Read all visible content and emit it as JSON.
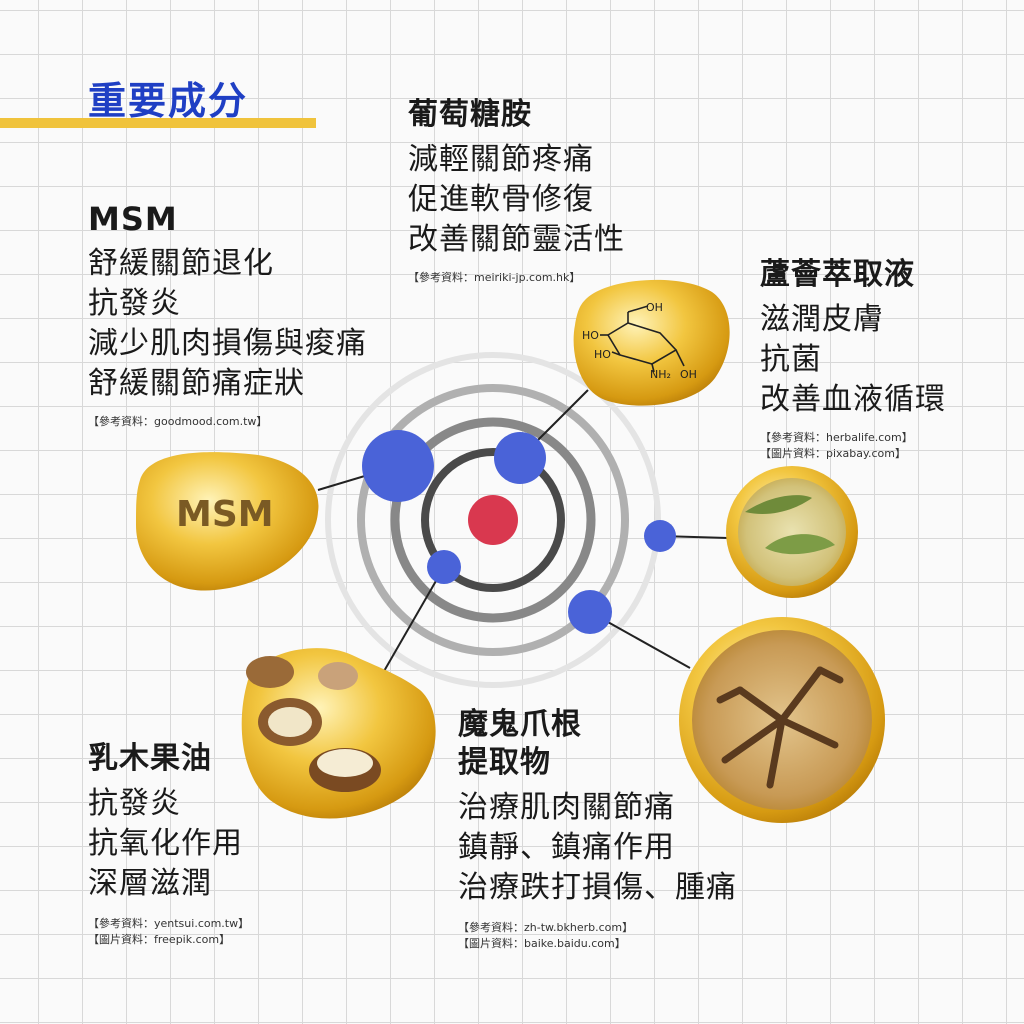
{
  "title": "重要成分",
  "colors": {
    "title": "#1f3fc4",
    "accent_bar": "#f0c33c",
    "node": "#4a63d8",
    "center": "#d9384f",
    "oil": "#e8b52a"
  },
  "msm": {
    "name": "MSM",
    "bubble_label": "MSM",
    "lines": [
      "舒緩關節退化",
      "抗發炎",
      "減少肌肉損傷與痠痛",
      "舒緩關節痛症狀"
    ],
    "refs": [
      "【參考資料：goodmood.com.tw】"
    ]
  },
  "glucosamine": {
    "name": "葡萄糖胺",
    "lines": [
      "減輕關節疼痛",
      "促進軟骨修復",
      "改善關節靈活性"
    ],
    "refs": [
      "【參考資料：meiriki-jp.com.hk】"
    ],
    "molecule_labels": {
      "oh_top": "OH",
      "ho_left": "HO",
      "ho_lower": "HO",
      "nh2": "NH₂",
      "oh_right": "OH"
    }
  },
  "aloe": {
    "name": "蘆薈萃取液",
    "lines": [
      "滋潤皮膚",
      "抗菌",
      "改善血液循環"
    ],
    "refs": [
      "【參考資料：herbalife.com】",
      "【圖片資料：pixabay.com】"
    ]
  },
  "shea": {
    "name": "乳木果油",
    "lines": [
      "抗發炎",
      "抗氧化作用",
      "深層滋潤"
    ],
    "refs": [
      "【參考資料：yentsui.com.tw】",
      "【圖片資料：freepik.com】"
    ]
  },
  "devils_claw": {
    "name_lines": [
      "魔鬼爪根",
      "提取物"
    ],
    "lines": [
      "治療肌肉關節痛",
      "鎮靜、鎮痛作用",
      "治療跌打損傷、腫痛"
    ],
    "refs": [
      "【參考資料：zh-tw.bkherb.com】",
      "【圖片資料：baike.baidu.com】"
    ]
  }
}
